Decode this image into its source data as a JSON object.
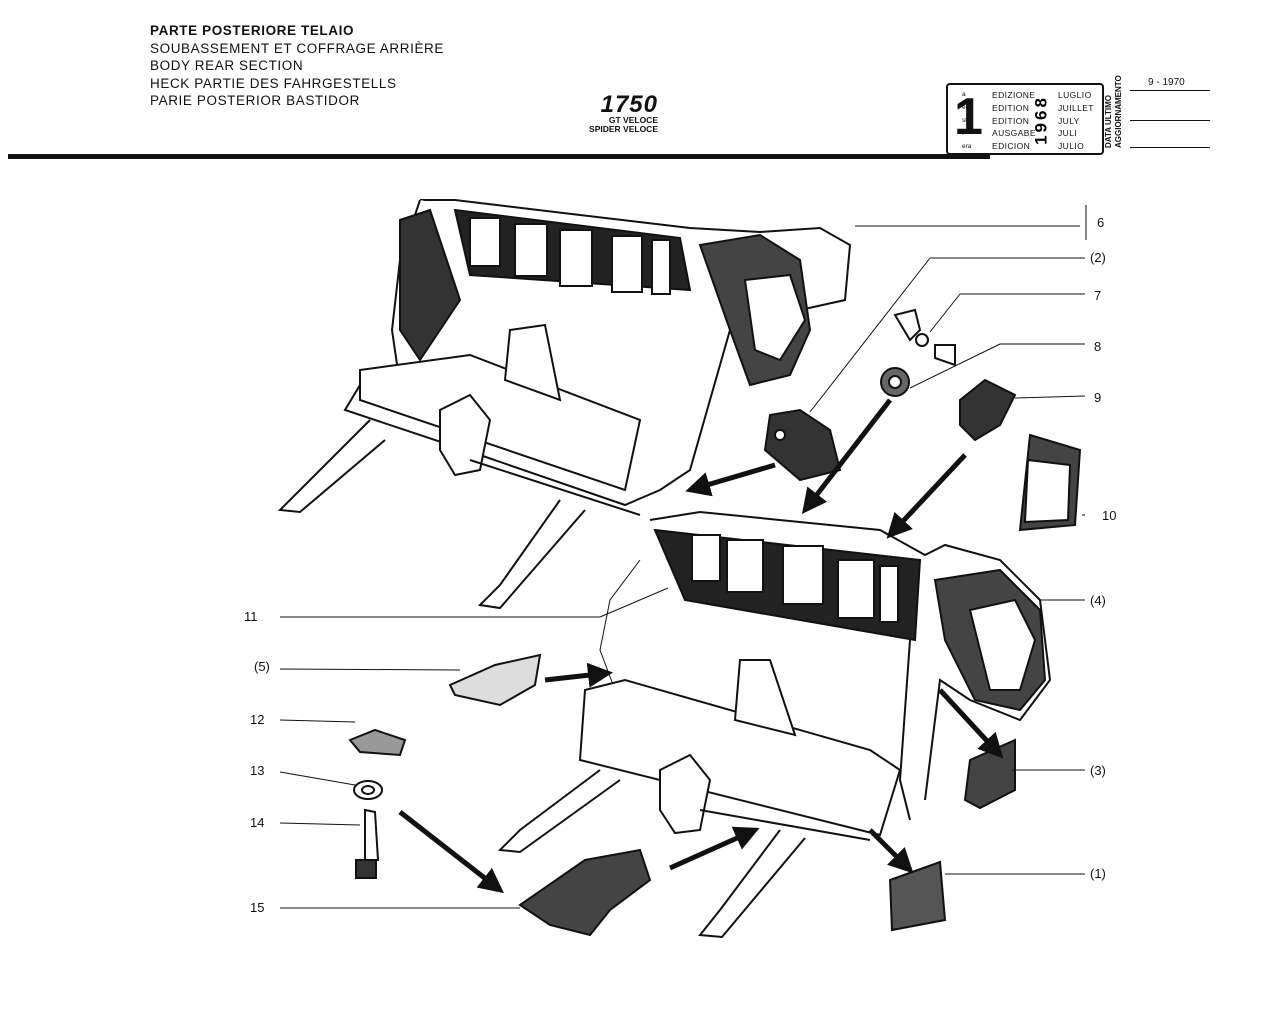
{
  "header": {
    "titles": [
      "PARTE POSTERIORE TELAIO",
      "SOUBASSEMENT ET COFFRAGE ARRIÈRE",
      "BODY REAR SECTION",
      "HECK PARTIE DES FAHRGESTELLS",
      "PARIE POSTERIOR BASTIDOR"
    ],
    "model": "1750",
    "model_variants": [
      "GT VELOCE",
      "SPIDER VELOCE"
    ]
  },
  "edition_box": {
    "number": "1",
    "ordinals": [
      "a",
      "ère",
      "st",
      ".",
      "era"
    ],
    "labels": [
      "EDIZIONE",
      "EDITION",
      "EDITION",
      "AUSGABE",
      "EDICION"
    ],
    "year": "1968",
    "months": [
      "LUGLIO",
      "JUILLET",
      "JULY",
      "JULI",
      "JULIO"
    ],
    "update_label_1": "DATA ULTIMO",
    "update_label_2": "AGGIORNAMENTO",
    "update_date": "9 - 1970"
  },
  "callouts": {
    "c6": "6",
    "c2": "(2)",
    "c7": "7",
    "c8": "8",
    "c9": "9",
    "c10": "10",
    "c11": "11",
    "c4": "(4)",
    "c5": "(5)",
    "c12": "12",
    "c3": "(3)",
    "c13": "13",
    "c14": "14",
    "c1": "(1)",
    "c15": "15"
  }
}
